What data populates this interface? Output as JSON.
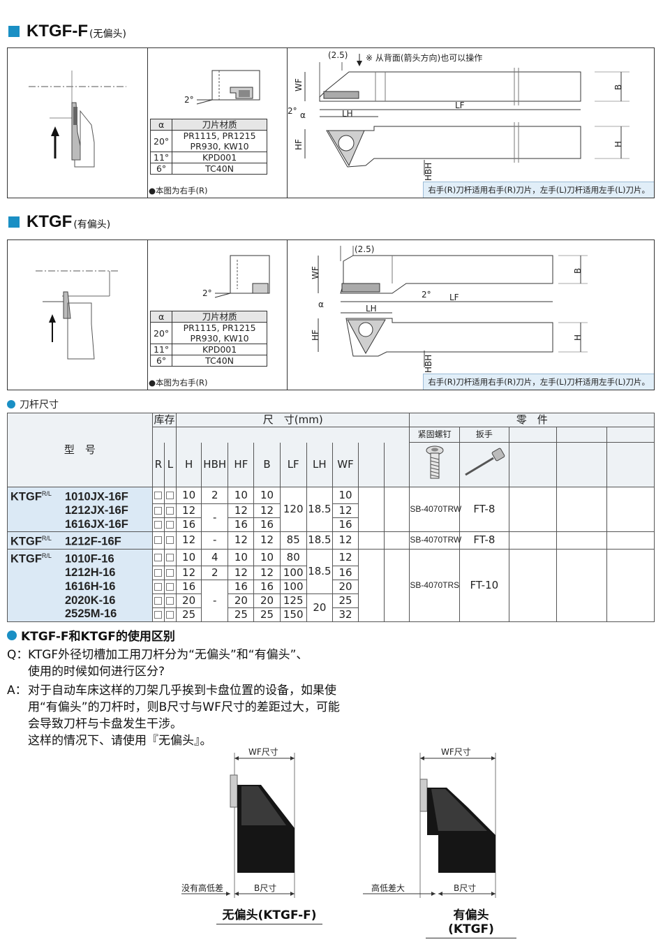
{
  "section1": {
    "title": "KTGF-F",
    "subtitle": "(无偏头)"
  },
  "section2": {
    "title": "KTGF",
    "subtitle": "(有偏头)"
  },
  "diagram_labels": {
    "offset": "(2.5)",
    "arrow_note": "※ 从背面(箭头方向)也可以操作",
    "wf": "WF",
    "lf": "LF",
    "lh": "LH",
    "b": "B",
    "h": "H",
    "hf": "HF",
    "hbh": "HBH",
    "two_deg": "2°",
    "alpha": "α"
  },
  "material_table": {
    "col1": "α",
    "col2": "刀片材质",
    "rows": [
      {
        "angle": "20°",
        "mat": "PR1115, PR1215",
        "mat2": "PR930, KW10"
      },
      {
        "angle": "11°",
        "mat": "KPD001"
      },
      {
        "angle": "6°",
        "mat": "TC40N"
      }
    ]
  },
  "note_right_hand": "●本图为右手(R)",
  "hand_note": "右手(R)刀杆适用右手(R)刀片，左手(L)刀杆适用左手(L)刀片。",
  "spec_heading": "刀杆尺寸",
  "spec_table": {
    "model_header": "型　号",
    "stock_header": "库存",
    "dims_header": "尺　寸(mm)",
    "parts_header": "零　件",
    "r": "R",
    "l": "L",
    "dim_cols": [
      "H",
      "HBH",
      "HF",
      "B",
      "LF",
      "LH",
      "WF"
    ],
    "part_cols": [
      "紧固螺钉",
      "扳手"
    ],
    "prefix": "KTGF",
    "prefix_sup": "R/L",
    "rows": [
      {
        "model": "1010JX-16F",
        "H": "10",
        "HBH": "2",
        "HF": "10",
        "B": "10",
        "WF": "10"
      },
      {
        "model": "1212JX-16F",
        "H": "12",
        "HF": "12",
        "B": "12",
        "WF": "12"
      },
      {
        "model": "1616JX-16F",
        "H": "16",
        "HF": "16",
        "B": "16",
        "WF": "16"
      },
      {
        "model": "1212F-16F",
        "H": "12",
        "HBH": "-",
        "HF": "12",
        "B": "12",
        "LF": "85",
        "LH": "18.5",
        "WF": "12"
      },
      {
        "model": "1010F-16",
        "H": "10",
        "HBH": "4",
        "HF": "10",
        "B": "10",
        "LF": "80",
        "WF": "12"
      },
      {
        "model": "1212H-16",
        "H": "12",
        "HBH": "2",
        "HF": "12",
        "B": "12",
        "LF": "100",
        "WF": "16"
      },
      {
        "model": "1616H-16",
        "H": "16",
        "HF": "16",
        "B": "16",
        "LF": "100",
        "WF": "20"
      },
      {
        "model": "2020K-16",
        "H": "20",
        "HF": "20",
        "B": "20",
        "LF": "125",
        "WF": "25"
      },
      {
        "model": "2525M-16",
        "H": "25",
        "HF": "25",
        "B": "25",
        "LF": "150",
        "WF": "32"
      }
    ],
    "group1": {
      "HBH": "-",
      "LF": "120",
      "LH": "18.5",
      "screw": "SB-4070TRW",
      "wrench": "FT-8"
    },
    "group2": {
      "screw": "SB-4070TRW",
      "wrench": "FT-8"
    },
    "group3": {
      "HBH": "-",
      "LH_a": "18.5",
      "LH_b": "20",
      "screw": "SB-4070TRS",
      "wrench": "FT-10"
    }
  },
  "usage_heading": "KTGF-F和KTGF的使用区别",
  "qa": {
    "q_label": "Q：",
    "q1": "KTGF外径切槽加工用刀杆分为“无偏头”和“有偏头”、",
    "q2": "使用的时候如何进行区分?",
    "a_label": "A：",
    "a1": "对于自动车床这样的刀架几乎挨到卡盘位置的设备，如果使",
    "a2": "用“有偏头”的刀杆时，则B尺寸与WF尺寸的差距过大，可能",
    "a3": "会导致刀杆与卡盘发生干涉。",
    "a4": "这样的情况下、请使用『无偏头』。"
  },
  "compare": {
    "wf_size": "WF尺寸",
    "b_size": "B尺寸",
    "left_note": "没有高低差",
    "right_note": "高低差大",
    "left_caption": "无偏头(KTGF-F)",
    "right_caption": "有偏头(KTGF)"
  },
  "colors": {
    "accent": "#1a8fc4",
    "model_bg": "#dbe9f5",
    "note_bg": "#e1eef8"
  }
}
